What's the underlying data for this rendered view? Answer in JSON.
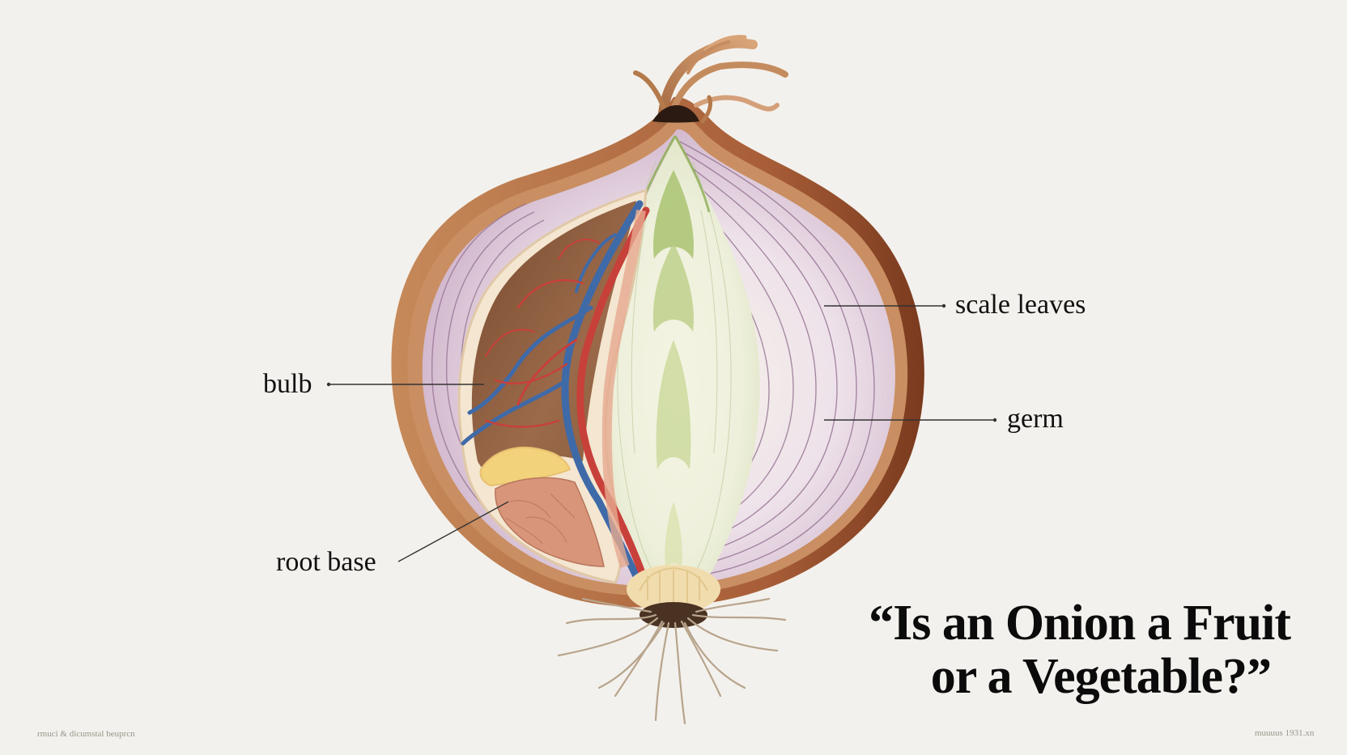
{
  "diagram": {
    "subject": "onion cross-section",
    "labels": [
      {
        "id": "bulb",
        "text": "bulb"
      },
      {
        "id": "root-base",
        "text": "root base"
      },
      {
        "id": "scale-leaves",
        "text": "scale leaves"
      },
      {
        "id": "germ",
        "text": "germ"
      }
    ],
    "title_line1": "“Is an Onion a Fruit",
    "title_line2": "or a Vegetable?”",
    "footnote_left": "rmuci & dicumstal beuprcn",
    "footnote_right": "muuuus 1931.xn"
  },
  "colors": {
    "background": "#f3f1ed",
    "skin": "#9c5a32",
    "skin_light": "#c98a5a",
    "scale": "#d9c3d6",
    "scale_light": "#f1e6ee",
    "core": "#eef0dc",
    "sprout": "#a8c070",
    "cavity": "#8a5a3c",
    "vein_red": "#c8403a",
    "vein_blue": "#3f6aa8",
    "basal_plate": "#f1dcae",
    "root": "#b8a48c",
    "text": "#111111"
  }
}
